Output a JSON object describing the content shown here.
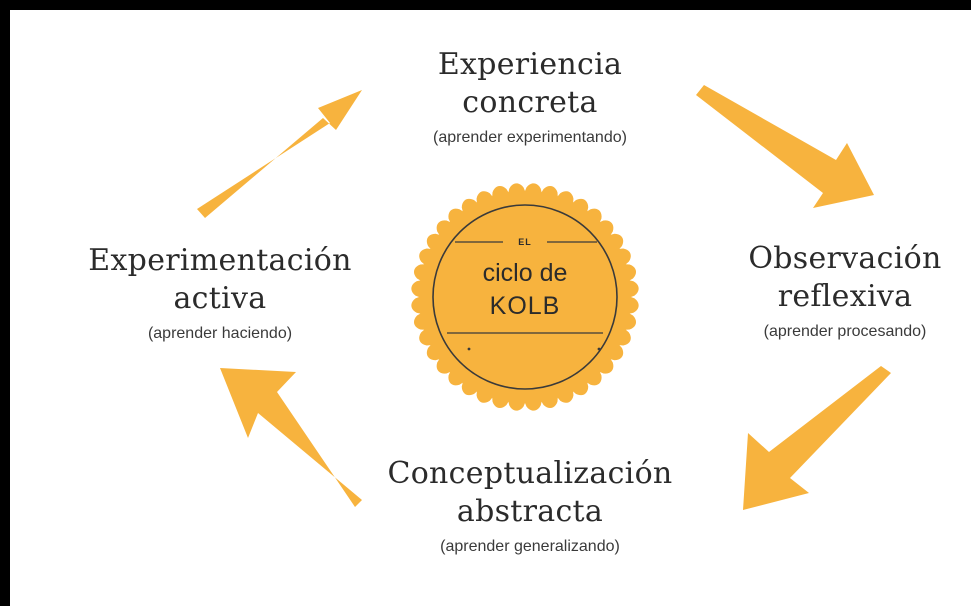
{
  "diagram": {
    "center": {
      "small_label": "EL",
      "line1": "ciclo de",
      "line2": "KOLB"
    },
    "stages": {
      "top": {
        "title_line1": "Experiencia",
        "title_line2": "concreta",
        "subtitle": "(aprender experimentando)"
      },
      "right": {
        "title_line1": "Observación",
        "title_line2": "reflexiva",
        "subtitle": "(aprender procesando)"
      },
      "bottom": {
        "title_line1": "Conceptualización",
        "title_line2": "abstracta",
        "subtitle": "(aprender generalizando)"
      },
      "left": {
        "title_line1": "Experimentación",
        "title_line2": "activa",
        "subtitle": "(aprender haciendo)"
      }
    },
    "colors": {
      "accent": "#f7b33e",
      "badge_outline": "#3a3a3a",
      "frame": "#000000",
      "background": "#ffffff"
    }
  }
}
